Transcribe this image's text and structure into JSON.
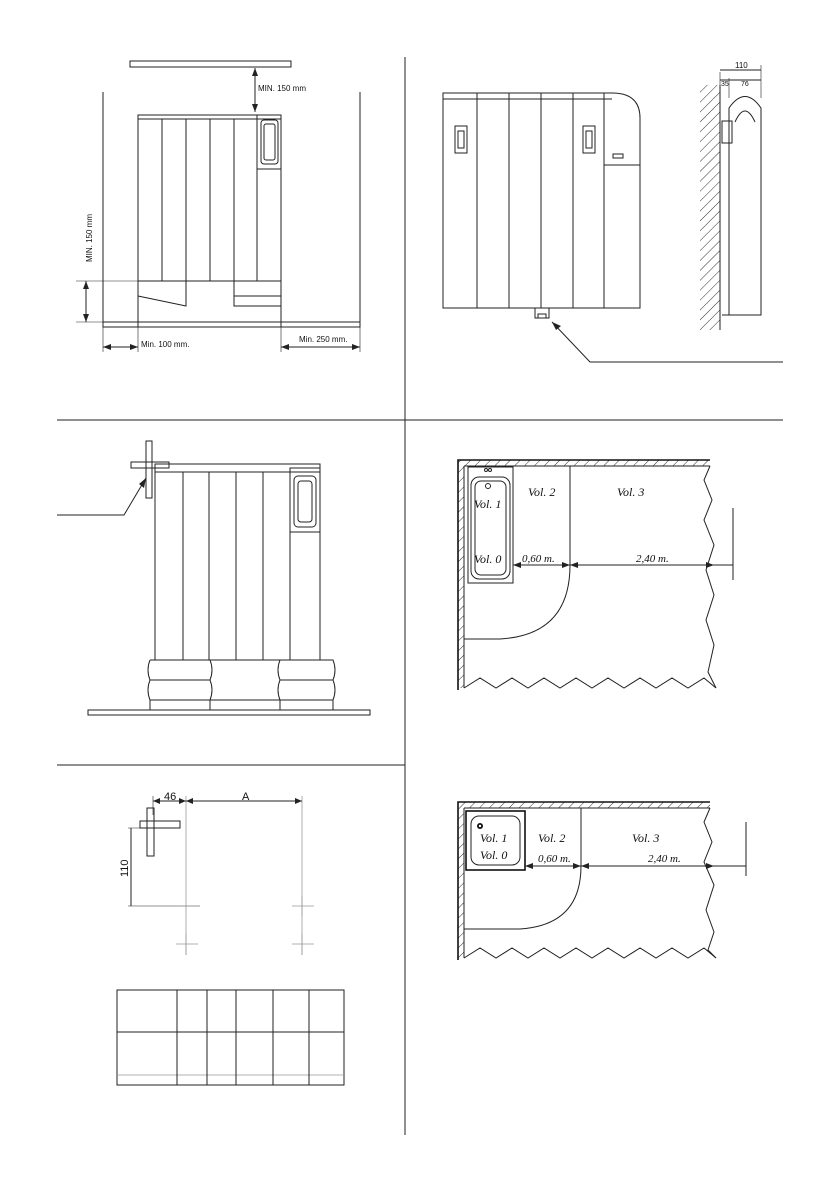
{
  "panel1": {
    "top_clearance": "MIN. 150 mm",
    "floor_clearance": "MIN. 150 mm",
    "left_clearance": "Min. 100 mm.",
    "right_clearance": "Min. 250 mm."
  },
  "panel2": {
    "depth_total": "110",
    "depth_a": "35",
    "depth_b": "76"
  },
  "panel4": {
    "vol1": "Vol. 1",
    "vol0": "Vol. 0",
    "vol2": "Vol. 2",
    "vol3": "Vol. 3",
    "dist_a": "0,60 m.",
    "dist_b": "2,40 m."
  },
  "panel5": {
    "dim_46": "46",
    "dim_A": "A",
    "dim_110": "110",
    "table": {
      "rows": 2,
      "cols": 6
    }
  },
  "panel6": {
    "vol1": "Vol. 1",
    "vol0": "Vol. 0",
    "vol2": "Vol. 2",
    "vol3": "Vol. 3",
    "dist_a": "0,60 m.",
    "dist_b": "2,40 m."
  }
}
